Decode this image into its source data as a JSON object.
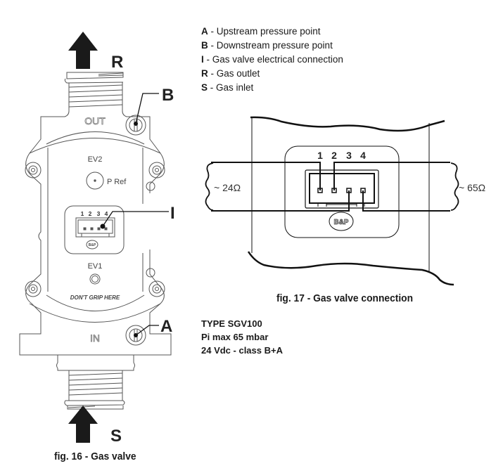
{
  "legend": [
    {
      "key": "A",
      "text": " - Upstream pressure point"
    },
    {
      "key": "B",
      "text": " - Downstream pressure point"
    },
    {
      "key": "I",
      "text": " - Gas valve electrical connection"
    },
    {
      "key": "R",
      "text": " - Gas outlet"
    },
    {
      "key": "S",
      "text": " - Gas inlet"
    }
  ],
  "fig16": {
    "caption": "fig. 16 - Gas valve",
    "labels": {
      "R": "R",
      "S": "S",
      "A": "A",
      "B": "B",
      "I": "I"
    },
    "body_text": {
      "out": "OUT",
      "in": "IN",
      "ev2": "EV2",
      "ev1": "EV1",
      "p_ref": "P Ref",
      "dont_grip": "DON'T GRIP HERE",
      "brand": "B&P"
    },
    "pins": [
      "1",
      "2",
      "3",
      "4"
    ]
  },
  "fig17": {
    "caption": "fig. 17 - Gas valve connection",
    "pins": [
      "1",
      "2",
      "3",
      "4"
    ],
    "left_coil": "~ 24Ω",
    "right_coil": "~ 65Ω",
    "brand": "B&P"
  },
  "specs": [
    "TYPE SGV100",
    "Pi max 65 mbar",
    "24 Vdc - class B+A"
  ]
}
